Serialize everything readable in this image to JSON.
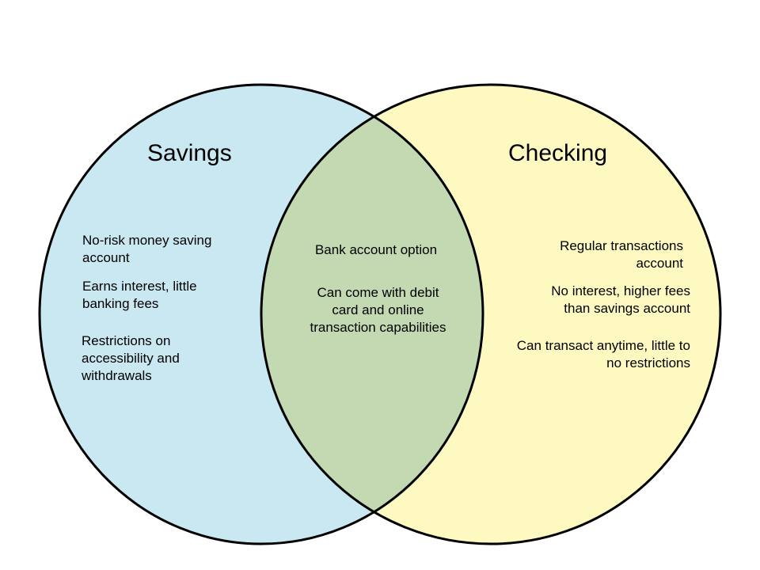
{
  "colors": {
    "savings_fill": "#c9e8f2",
    "checking_fill": "#fef9c1",
    "overlap_fill": "#c2d9b2",
    "outline": "#000000"
  },
  "savings": {
    "title": "Savings",
    "items": [
      [
        "No-risk money saving",
        "account"
      ],
      [
        "Earns interest, little",
        "banking fees"
      ],
      [
        "Restrictions on",
        "accessibility and",
        "withdrawals"
      ]
    ]
  },
  "overlap": {
    "items": [
      [
        "Bank account option"
      ],
      [
        "Can come with debit",
        "card and online",
        "transaction capabilities"
      ]
    ]
  },
  "checking": {
    "title": "Checking",
    "items": [
      [
        "Regular transactions",
        "account"
      ],
      [
        "No interest, higher fees",
        "than savings account"
      ],
      [
        "Can transact anytime, little to",
        "no restrictions"
      ]
    ]
  }
}
